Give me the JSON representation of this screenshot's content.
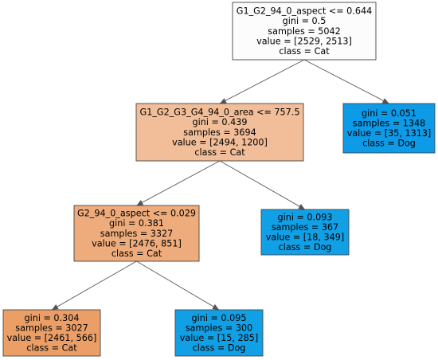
{
  "diagram": {
    "type": "decision-tree",
    "nodes": [
      {
        "id": "root",
        "lines": [
          "G1_G2_94_0_aspect <= 0.644",
          "gini = 0.5",
          "samples = 5042",
          "value = [2529, 2513]",
          "class = Cat"
        ],
        "fill": "#fdfcfc"
      },
      {
        "id": "n1",
        "lines": [
          "G1_G2_G3_G4_94_0_area <= 757.5",
          "gini = 0.439",
          "samples = 3694",
          "value = [2494, 1200]",
          "class = Cat"
        ],
        "fill": "#f2be99"
      },
      {
        "id": "n2",
        "lines": [
          "gini = 0.051",
          "samples = 1348",
          "value = [35, 1313]",
          "class = Dog"
        ],
        "fill": "#0d9ae6"
      },
      {
        "id": "n3",
        "lines": [
          "G2_94_0_aspect <= 0.029",
          "gini = 0.381",
          "samples = 3327",
          "value = [2476, 851]",
          "class = Cat"
        ],
        "fill": "#eeac7c"
      },
      {
        "id": "n4",
        "lines": [
          "gini = 0.093",
          "samples = 367",
          "value = [18, 349]",
          "class = Dog"
        ],
        "fill": "#11a0e6"
      },
      {
        "id": "n5",
        "lines": [
          "gini = 0.304",
          "samples = 3027",
          "value = [2461, 566]",
          "class = Cat"
        ],
        "fill": "#eb9f67"
      },
      {
        "id": "n6",
        "lines": [
          "gini = 0.095",
          "samples = 300",
          "value = [15, 285]",
          "class = Dog"
        ],
        "fill": "#11a0e6"
      }
    ],
    "edges": [
      {
        "from": "root",
        "to": "n1"
      },
      {
        "from": "root",
        "to": "n2"
      },
      {
        "from": "n1",
        "to": "n3"
      },
      {
        "from": "n1",
        "to": "n4"
      },
      {
        "from": "n3",
        "to": "n5"
      },
      {
        "from": "n3",
        "to": "n6"
      }
    ]
  }
}
